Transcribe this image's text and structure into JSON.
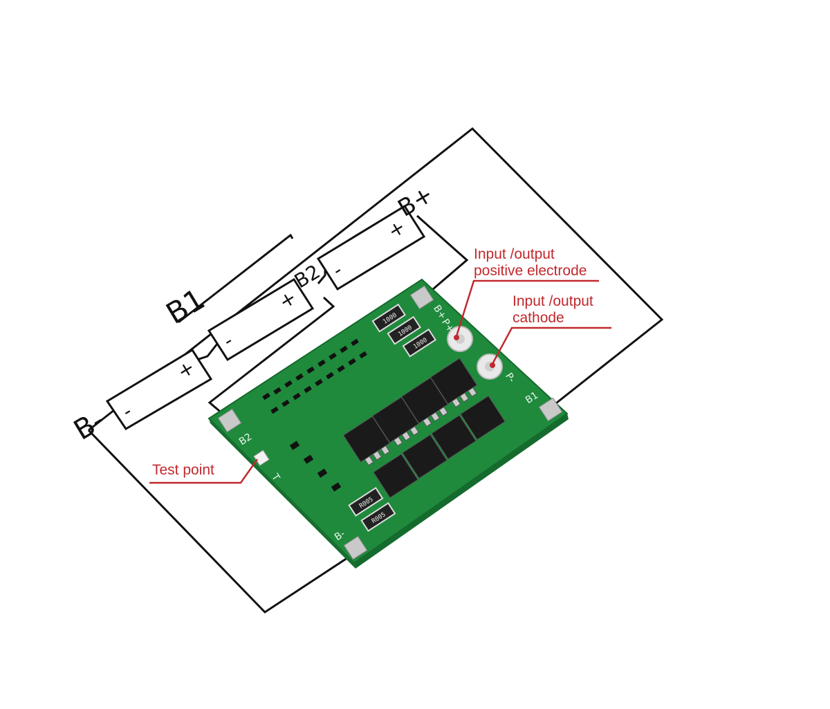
{
  "labels": {
    "b1": "B1",
    "b2": "B2",
    "b_plus": "B+",
    "b_minus": "B-",
    "cell_plus": "+",
    "cell_minus": "-"
  },
  "pcb": {
    "pad_b_plus": "B+",
    "pad_p_plus": "P+",
    "pad_p_minus": "P-",
    "pad_b1": "B1",
    "pad_b2": "B2",
    "pad_b_minus": "B-",
    "pad_t": "T",
    "resistor_top_1": "1000",
    "resistor_top_2": "1000",
    "resistor_top_3": "1000",
    "resistor_bottom_1": "R005",
    "resistor_bottom_2": "R005"
  },
  "callouts": {
    "positive_line1": "Input /output",
    "positive_line2": "positive electrode",
    "cathode_line1": "Input /output",
    "cathode_line2": "cathode",
    "test_point": "Test point"
  },
  "colors": {
    "pcb_green": "#1f8a3c",
    "callout_red": "#c0282d",
    "pad_silver": "#c9c9c9",
    "chip_black": "#1a1a1a"
  }
}
